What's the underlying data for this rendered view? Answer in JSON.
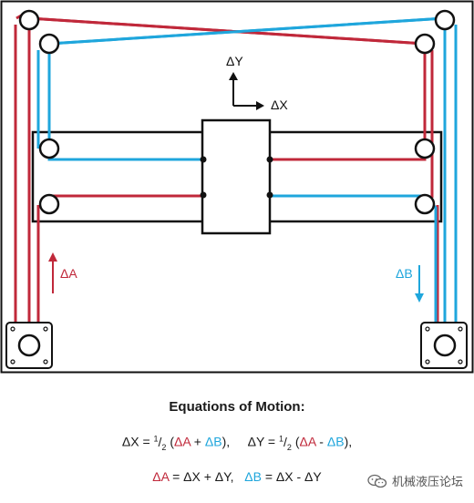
{
  "labels": {
    "delta_y": "ΔY",
    "delta_x": "ΔX",
    "delta_a": "ΔA",
    "delta_b": "ΔB"
  },
  "equations": {
    "title": "Equations of Motion:",
    "line1": {
      "dx_prefix": "ΔX = ",
      "half_num": "1",
      "half_den": "2",
      "open": " (",
      "a": "ΔA",
      "plus": " + ",
      "b": "ΔB",
      "close": "),",
      "dy_prefix": "ΔY = ",
      "minus": " - "
    },
    "line2": {
      "a": "ΔA",
      "a_rhs": " = ΔX + ΔY,",
      "b": "ΔB",
      "b_rhs": " = ΔX - ΔY"
    }
  },
  "watermark": {
    "text": "机械液压论坛",
    "icon": "wechat-icon"
  },
  "colors": {
    "belt_a": "#c0283a",
    "belt_b": "#1fa6dc",
    "frame": "#111111"
  }
}
